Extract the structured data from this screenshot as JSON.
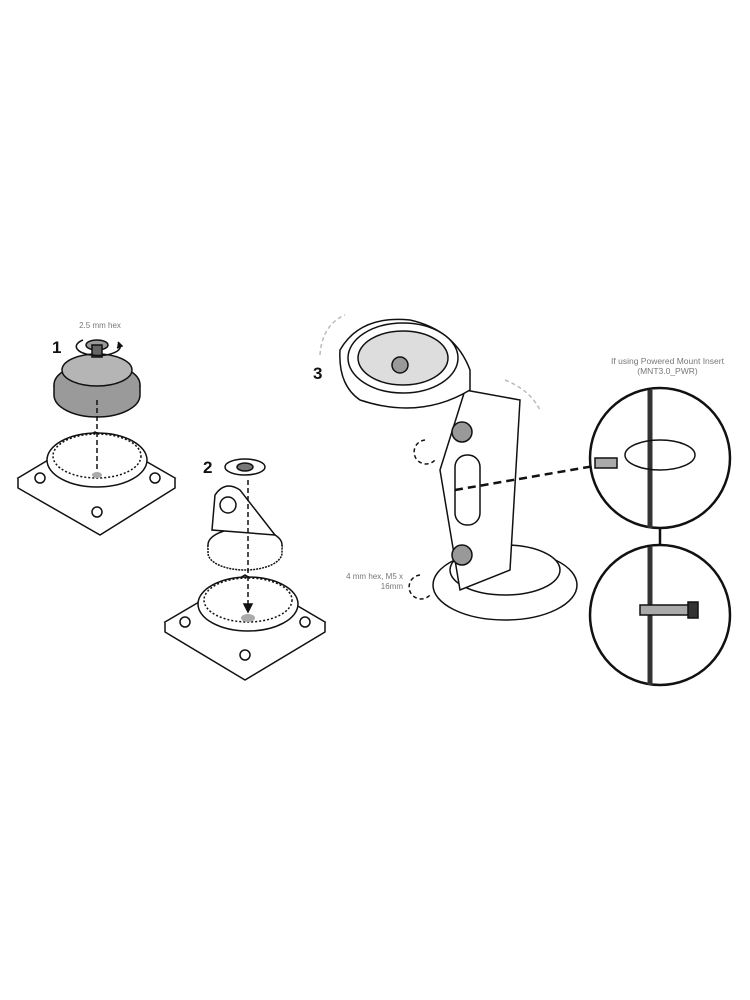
{
  "steps": [
    {
      "number": "1",
      "tool_label": "2.5 mm hex"
    },
    {
      "number": "2"
    },
    {
      "number": "3",
      "tool_label": "4 mm hex, M5 x 16mm"
    }
  ],
  "callout": {
    "line1": "If using Powered Mount Insert",
    "line2": "(MNT3.0_PWR)"
  },
  "colors": {
    "line": "#111111",
    "part_grey": "#9a9a9a",
    "label_grey": "#777777"
  }
}
